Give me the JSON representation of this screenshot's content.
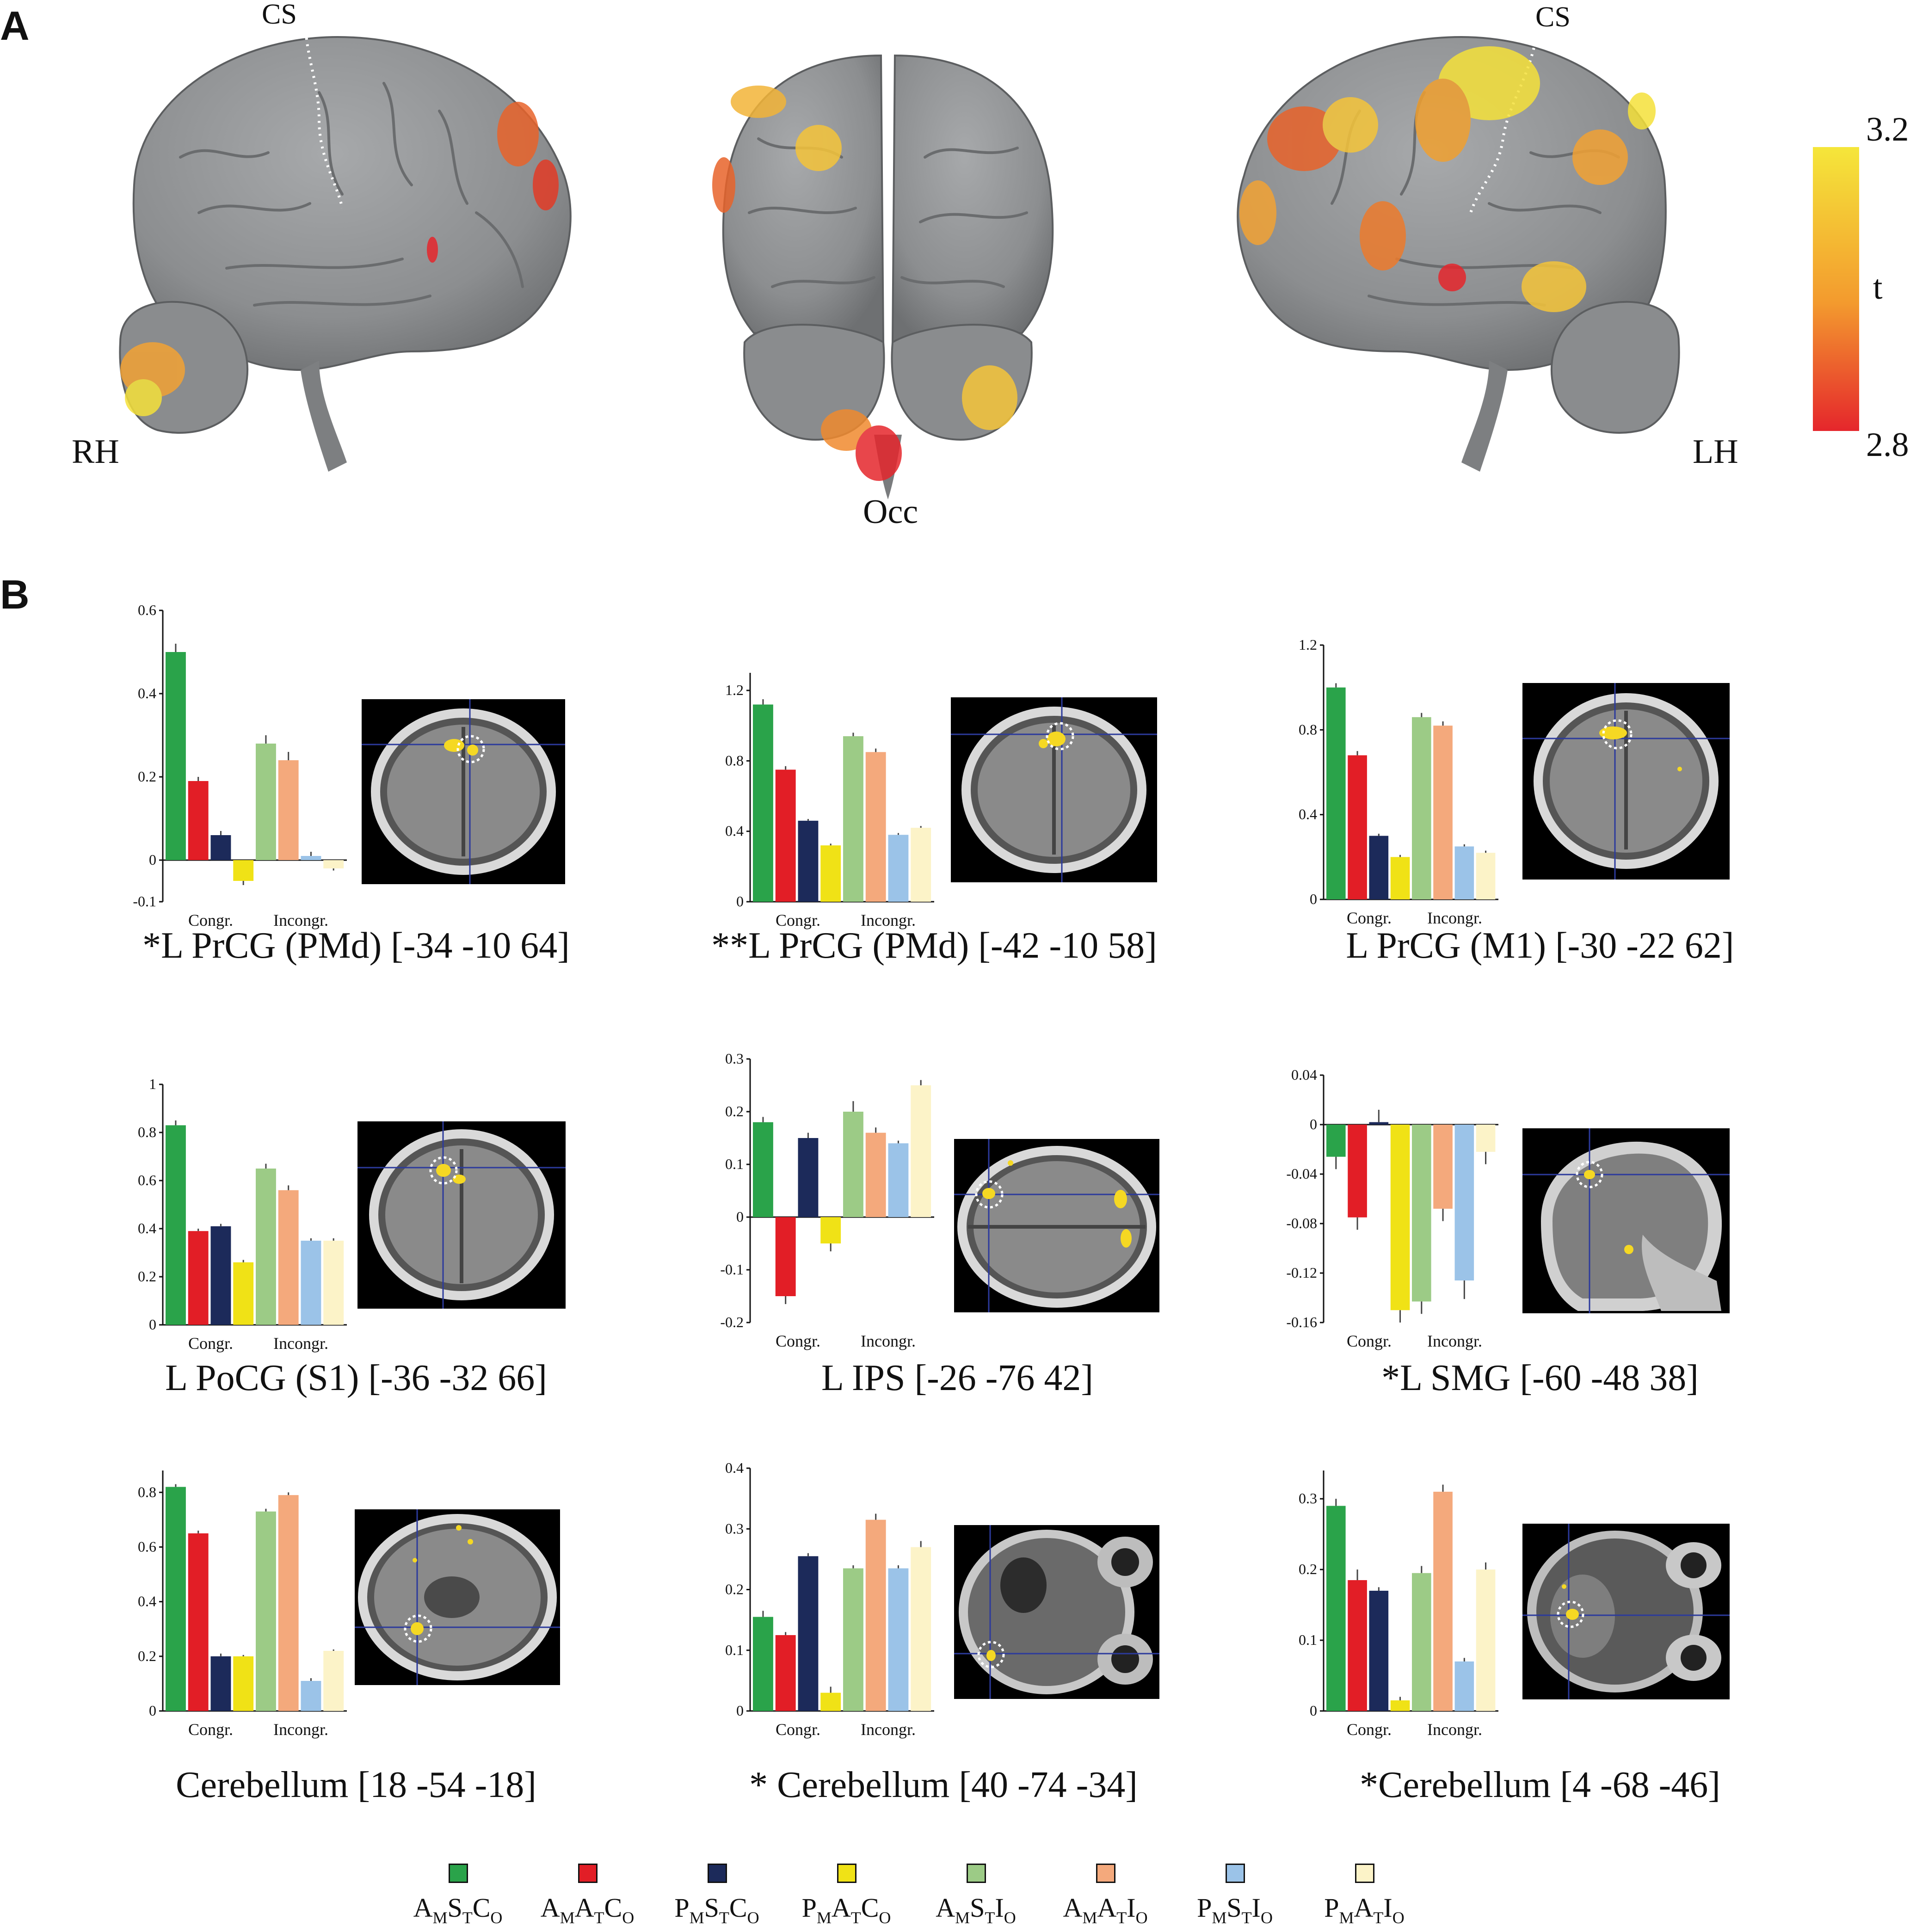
{
  "panels": {
    "a": "A",
    "b": "B"
  },
  "brain_labels": {
    "cs_right": "CS",
    "cs_left": "CS",
    "rh": "RH",
    "occ": "Occ",
    "lh": "LH"
  },
  "colorbar": {
    "max": "3.2",
    "min": "2.8",
    "label": "t",
    "colors": {
      "top": "#f5e63a",
      "mid": "#f39a2e",
      "bottom": "#e5262c"
    }
  },
  "axis_labels": {
    "congr": "Congr.",
    "incongr": "Incongr."
  },
  "series_colors": [
    "#2aa34a",
    "#e21e26",
    "#1c2a5a",
    "#f0e216",
    "#9ccb86",
    "#f4a97c",
    "#9bc3e8",
    "#fcf3c8"
  ],
  "legend": [
    {
      "p1": "A",
      "s1": "M",
      "p2": "S",
      "s2": "T",
      "p3": "C",
      "s3": "O"
    },
    {
      "p1": "A",
      "s1": "M",
      "p2": "A",
      "s2": "T",
      "p3": "C",
      "s3": "O"
    },
    {
      "p1": "P",
      "s1": "M",
      "p2": "S",
      "s2": "T",
      "p3": "C",
      "s3": "O"
    },
    {
      "p1": "P",
      "s1": "M",
      "p2": "A",
      "s2": "T",
      "p3": "C",
      "s3": "O"
    },
    {
      "p1": "A",
      "s1": "M",
      "p2": "S",
      "s2": "T",
      "p3": "I",
      "s3": "O"
    },
    {
      "p1": "A",
      "s1": "M",
      "p2": "A",
      "s2": "T",
      "p3": "I",
      "s3": "O"
    },
    {
      "p1": "P",
      "s1": "M",
      "p2": "S",
      "s2": "T",
      "p3": "I",
      "s3": "O"
    },
    {
      "p1": "P",
      "s1": "M",
      "p2": "A",
      "s2": "T",
      "p3": "I",
      "s3": "O"
    }
  ],
  "chart_data": [
    {
      "type": "bar",
      "title": "*L PrCG (PMd) [-34 -10 64]",
      "categories": [
        "AMSTCO",
        "AMATCO",
        "PMSTCO",
        "PMATCO",
        "AMSTIO",
        "AMATIO",
        "PMSTIO",
        "PMATIO"
      ],
      "values": [
        0.5,
        0.19,
        0.06,
        -0.05,
        0.28,
        0.24,
        0.01,
        -0.02
      ],
      "errors": [
        0.02,
        0.01,
        0.01,
        0.01,
        0.02,
        0.02,
        0.01,
        0.005
      ],
      "ylim": [
        -0.1,
        0.6
      ],
      "yticks": [
        -0.1,
        0,
        0.2,
        0.4,
        0.6
      ],
      "ytick_labels": [
        "-0.1",
        "0",
        "0.2",
        "0.4",
        "0.6"
      ]
    },
    {
      "type": "bar",
      "title": "**L PrCG (PMd) [-42 -10 58]",
      "categories": [
        "AMSTCO",
        "AMATCO",
        "PMSTCO",
        "PMATCO",
        "AMSTIO",
        "AMATIO",
        "PMSTIO",
        "PMATIO"
      ],
      "values": [
        1.12,
        0.75,
        0.46,
        0.32,
        0.94,
        0.85,
        0.38,
        0.42
      ],
      "errors": [
        0.03,
        0.02,
        0.01,
        0.01,
        0.02,
        0.02,
        0.01,
        0.01
      ],
      "ylim": [
        0,
        1.3
      ],
      "yticks": [
        0,
        0.4,
        0.8,
        1.2
      ],
      "ytick_labels": [
        "0",
        "0.4",
        "0.8",
        "1.2"
      ]
    },
    {
      "type": "bar",
      "title": "L PrCG (M1) [-30 -22 62]",
      "categories": [
        "AMSTCO",
        "AMATCO",
        "PMSTCO",
        "PMATCO",
        "AMSTIO",
        "AMATIO",
        "PMSTIO",
        "PMATIO"
      ],
      "values": [
        1.0,
        0.68,
        0.3,
        0.2,
        0.86,
        0.82,
        0.25,
        0.22
      ],
      "errors": [
        0.02,
        0.02,
        0.01,
        0.01,
        0.02,
        0.02,
        0.01,
        0.01
      ],
      "ylim": [
        0,
        1.2
      ],
      "yticks": [
        0,
        0.4,
        0.8,
        1.2
      ],
      "ytick_labels": [
        "0",
        "0.4",
        "0.8",
        "1.2"
      ]
    },
    {
      "type": "bar",
      "title": "L PoCG (S1) [-36 -32 66]",
      "categories": [
        "AMSTCO",
        "AMATCO",
        "PMSTCO",
        "PMATCO",
        "AMSTIO",
        "AMATIO",
        "PMSTIO",
        "PMATIO"
      ],
      "values": [
        0.83,
        0.39,
        0.41,
        0.26,
        0.65,
        0.56,
        0.35,
        0.35
      ],
      "errors": [
        0.02,
        0.01,
        0.01,
        0.01,
        0.02,
        0.02,
        0.01,
        0.01
      ],
      "ylim": [
        0,
        1.0
      ],
      "yticks": [
        0,
        0.2,
        0.4,
        0.6,
        0.8,
        1
      ],
      "ytick_labels": [
        "0",
        "0.2",
        "0.4",
        "0.6",
        "0.8",
        "1"
      ]
    },
    {
      "type": "bar",
      "title": "L IPS [-26 -76 42]",
      "categories": [
        "AMSTCO",
        "AMATCO",
        "PMSTCO",
        "PMATCO",
        "AMSTIO",
        "AMATIO",
        "PMSTIO",
        "PMATIO"
      ],
      "values": [
        0.18,
        -0.15,
        0.15,
        -0.05,
        0.2,
        0.16,
        0.14,
        0.25
      ],
      "errors": [
        0.01,
        0.015,
        0.01,
        0.015,
        0.02,
        0.01,
        0.005,
        0.01
      ],
      "ylim": [
        -0.2,
        0.3
      ],
      "yticks": [
        -0.2,
        -0.1,
        0,
        0.1,
        0.2,
        0.3
      ],
      "ytick_labels": [
        "-0.2",
        "-0.1",
        "0",
        "0.1",
        "0.2",
        "0.3"
      ]
    },
    {
      "type": "bar",
      "title": "*L SMG [-60 -48 38]",
      "categories": [
        "AMSTCO",
        "AMATCO",
        "PMSTCO",
        "PMATCO",
        "AMSTIO",
        "AMATIO",
        "PMSTIO",
        "PMATIO"
      ],
      "values": [
        -0.026,
        -0.075,
        0.002,
        -0.15,
        -0.143,
        -0.068,
        -0.126,
        -0.022
      ],
      "errors": [
        0.01,
        0.01,
        0.01,
        0.01,
        0.01,
        0.01,
        0.015,
        0.01
      ],
      "ylim": [
        -0.16,
        0.04
      ],
      "yticks": [
        -0.16,
        -0.12,
        -0.08,
        -0.04,
        0,
        0.04
      ],
      "ytick_labels": [
        "-0.16",
        "-0.12",
        "-0.08",
        "-0.04",
        "0",
        "0.04"
      ]
    },
    {
      "type": "bar",
      "title": "Cerebellum [18 -54 -18]",
      "categories": [
        "AMSTCO",
        "AMATCO",
        "PMSTCO",
        "PMATCO",
        "AMSTIO",
        "AMATIO",
        "PMSTIO",
        "PMATIO"
      ],
      "values": [
        0.82,
        0.65,
        0.2,
        0.2,
        0.73,
        0.79,
        0.11,
        0.22
      ],
      "errors": [
        0.01,
        0.01,
        0.01,
        0.005,
        0.01,
        0.01,
        0.01,
        0.005
      ],
      "ylim": [
        0,
        0.88
      ],
      "yticks": [
        0,
        0.2,
        0.4,
        0.6,
        0.8
      ],
      "ytick_labels": [
        "0",
        "0.2",
        "0.4",
        "0.6",
        "0.8"
      ]
    },
    {
      "type": "bar",
      "title": "* Cerebellum [40 -74 -34]",
      "categories": [
        "AMSTCO",
        "AMATCO",
        "PMSTCO",
        "PMATCO",
        "AMSTIO",
        "AMATIO",
        "PMSTIO",
        "PMATIO"
      ],
      "values": [
        0.155,
        0.125,
        0.255,
        0.03,
        0.235,
        0.315,
        0.235,
        0.27
      ],
      "errors": [
        0.01,
        0.005,
        0.005,
        0.01,
        0.005,
        0.01,
        0.005,
        0.01
      ],
      "ylim": [
        0,
        0.4
      ],
      "yticks": [
        0,
        0.1,
        0.2,
        0.3,
        0.4
      ],
      "ytick_labels": [
        "0",
        "0.1",
        "0.2",
        "0.3",
        "0.4"
      ]
    },
    {
      "type": "bar",
      "title": "*Cerebellum [4 -68 -46]",
      "categories": [
        "AMSTCO",
        "AMATCO",
        "PMSTCO",
        "PMATCO",
        "AMSTIO",
        "AMATIO",
        "PMSTIO",
        "PMATIO"
      ],
      "values": [
        0.29,
        0.185,
        0.17,
        0.015,
        0.195,
        0.31,
        0.07,
        0.2
      ],
      "errors": [
        0.01,
        0.015,
        0.005,
        0.005,
        0.01,
        0.01,
        0.005,
        0.01
      ],
      "ylim": [
        0,
        0.34
      ],
      "yticks": [
        0,
        0.1,
        0.2,
        0.3
      ],
      "ytick_labels": [
        "0",
        "0.1",
        "0.2",
        "0.3"
      ]
    }
  ]
}
